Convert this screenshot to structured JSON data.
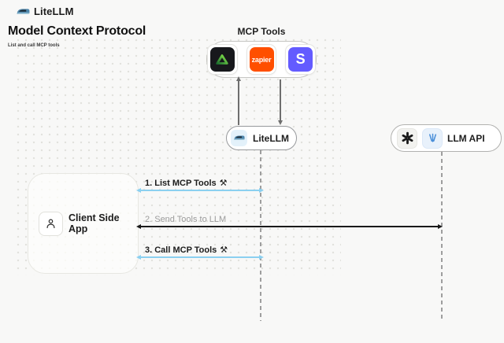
{
  "header": {
    "brand": "LiteLLM",
    "title": "Model Context Protocol",
    "subtitle": "List and call MCP tools"
  },
  "mcp": {
    "label": "MCP Tools",
    "tools": [
      {
        "name": "green-triangle-logo"
      },
      {
        "name": "zapier-logo",
        "text": "zapier"
      },
      {
        "name": "stripe-logo",
        "text": "S"
      }
    ]
  },
  "nodes": {
    "litellm": {
      "label": "LiteLLM"
    },
    "llm_api": {
      "label": "LLM API"
    },
    "client": {
      "label": "Client Side App"
    }
  },
  "sequence": [
    {
      "label": "1. List MCP Tools",
      "tool_icon": true,
      "color": "#8BD0F0",
      "from": "Client Side App",
      "to": "LiteLLM",
      "bidirectional": true
    },
    {
      "label": "2. Send Tools to LLM",
      "tool_icon": false,
      "color": "#1A1A1A",
      "from": "Client Side App",
      "to": "LLM API",
      "bidirectional": true
    },
    {
      "label": "3. Call MCP Tools",
      "tool_icon": true,
      "color": "#8BD0F0",
      "from": "Client Side App",
      "to": "LiteLLM",
      "bidirectional": true
    }
  ],
  "icons": {
    "tools_glyph": "⚒"
  },
  "colors": {
    "background": "#F8F8F7",
    "blue_arrow": "#8BD0F0",
    "black_arrow": "#1A1A1A",
    "zapier_orange": "#FF4F00",
    "stripe_purple": "#635BFF",
    "dark_tile": "#17181C",
    "triangle_green": "#7EE84A"
  }
}
